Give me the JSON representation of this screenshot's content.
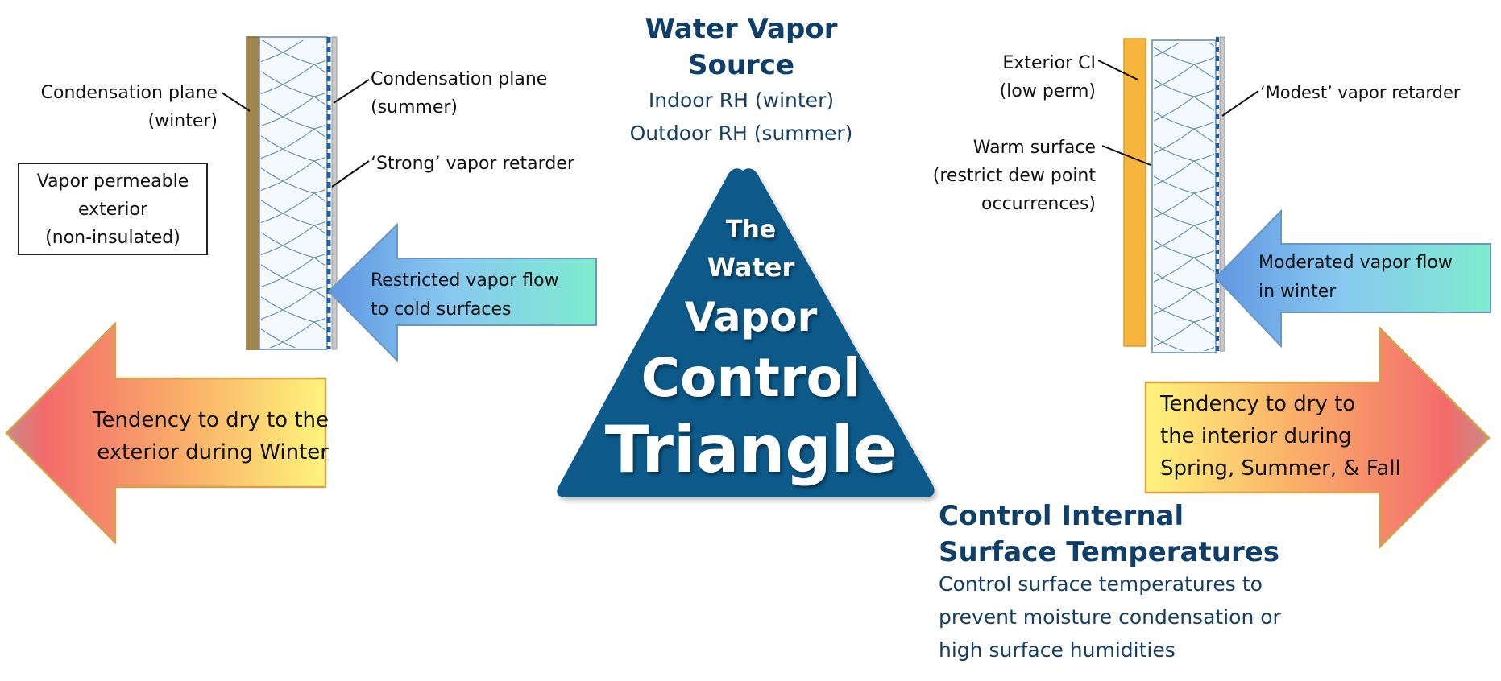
{
  "title": {
    "line1": "Water Vapor",
    "line2": "Source",
    "sub1": "Indoor RH (winter)",
    "sub2": "Outdoor RH (summer)"
  },
  "triangle": {
    "line1": "The",
    "line2": "Water",
    "line3": "Vapor",
    "line4": "Control",
    "line5": "Triangle"
  },
  "control": {
    "head1": "Control Internal",
    "head2": "Surface Temperatures",
    "body1": "Control surface temperatures to",
    "body2": "prevent moisture condensation or",
    "body3": "high surface humidities"
  },
  "left_wall": {
    "cond_winter_1": "Condensation plane",
    "cond_winter_2": "(winter)",
    "cond_summer_1": "Condensation plane",
    "cond_summer_2": "(summer)",
    "strong_retarder": "‘Strong’ vapor retarder",
    "permeable_1": "Vapor permeable",
    "permeable_2": "exterior",
    "permeable_3": "(non-insulated)",
    "flow_1": "Restricted vapor flow",
    "flow_2": "to cold surfaces",
    "dry_1": "Tendency to dry to the",
    "dry_2": "exterior during Winter"
  },
  "right_wall": {
    "ci_1": "Exterior CI",
    "ci_2": "(low perm)",
    "warm_1": "Warm surface",
    "warm_2": "(restrict dew point",
    "warm_3": "occurrences)",
    "modest_retarder": "‘Modest’ vapor retarder",
    "flow_1": "Moderated vapor flow",
    "flow_2": "in winter",
    "dry_1": "Tendency to dry to",
    "dry_2": "the interior during",
    "dry_3": "Spring, Summer, & Fall"
  },
  "colors": {
    "triangle": "#0b5a8a",
    "heading": "#0f3f68",
    "siding_brown": "#a0864a",
    "ci_orange": "#f6b53c",
    "retarder_blue": "#1f5fa8",
    "arrow_red": "#f26a6a",
    "arrow_yellow": "#fff27a",
    "flow_blue": "#6fa5e5",
    "flow_teal": "#7eead2"
  }
}
